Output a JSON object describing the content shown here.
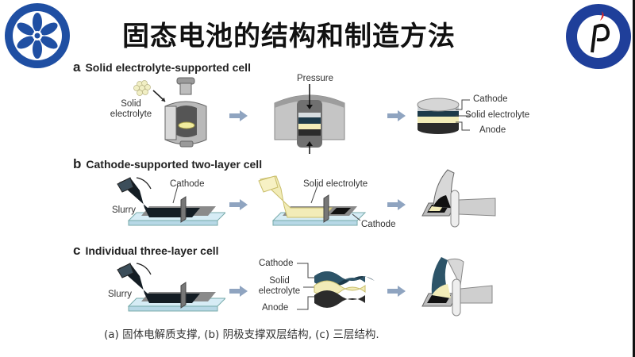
{
  "slide": {
    "title": "固态电池的结构和制造方法",
    "caption": "(a) 固体电解质支撑, (b) 阴极支撑双层结构,  (c) 三层结构."
  },
  "logos": {
    "left": {
      "name": "Chinese Academy of Sciences",
      "icon": "cas-logo"
    },
    "right": {
      "name": "Institute of Physics CAS",
      "icon": "iop-cas-logo"
    }
  },
  "sections": [
    {
      "letter": "a",
      "heading": "Solid electrolyte-supported cell",
      "labels": {
        "solid_electrolyte": "Solid electrolyte",
        "pressure": "Pressure",
        "cathode": "Cathode",
        "solid_electrolyte_layer": "Solid electrolyte",
        "anode": "Anode"
      }
    },
    {
      "letter": "b",
      "heading": "Cathode-supported two-layer cell",
      "labels": {
        "slurry": "Slurry",
        "cathode_top": "Cathode",
        "solid_electrolyte": "Solid electrolyte",
        "cathode_bottom": "Cathode"
      }
    },
    {
      "letter": "c",
      "heading": "Individual three-layer cell",
      "labels": {
        "slurry": "Slurry",
        "cathode": "Cathode",
        "solid": "Solid",
        "electrolyte": "electrolyte",
        "anode": "Anode"
      }
    }
  ],
  "colors": {
    "logo_blue": "#1f4fa3",
    "arrow": "#8fa4c0",
    "cathode_dark": "#1d3a4a",
    "electrolyte_yellow": "#f2ecb8",
    "anode_dark": "#2b2b2b",
    "substrate_blue": "#d6ecf5",
    "grey": "#a9a9a9"
  }
}
